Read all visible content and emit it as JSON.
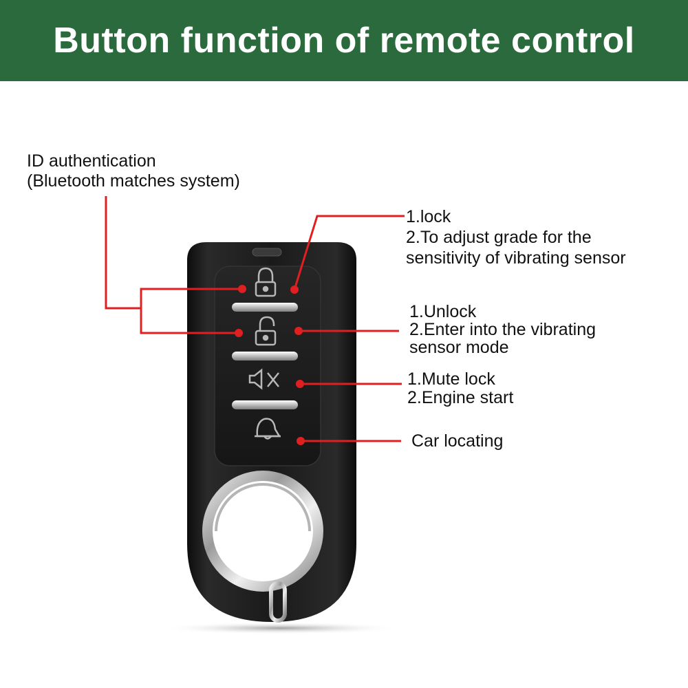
{
  "header": {
    "title": "Button function of remote control"
  },
  "labels": {
    "id_auth": {
      "line1": "ID authentication",
      "line2": "(Bluetooth matches system)"
    },
    "lock": {
      "line1": "1.lock",
      "line2": "2.To adjust grade for the",
      "line3": "sensitivity of vibrating sensor"
    },
    "unlock": {
      "line1": "1.Unlock",
      "line2": "2.Enter into the vibrating",
      "line3": "sensor mode"
    },
    "mute": {
      "line1": "1.Mute lock",
      "line2": "2.Engine start"
    },
    "locate": {
      "line1": "Car locating"
    }
  },
  "buttons": [
    {
      "icon": "padlock-closed-icon"
    },
    {
      "icon": "padlock-open-icon"
    },
    {
      "icon": "speaker-mute-icon"
    },
    {
      "icon": "bell-icon"
    }
  ],
  "colors": {
    "banner": "#2b6a3c",
    "callout_line": "#e02020",
    "fob_body": "#1b1b1b",
    "chrome": "#c8c8c8"
  }
}
